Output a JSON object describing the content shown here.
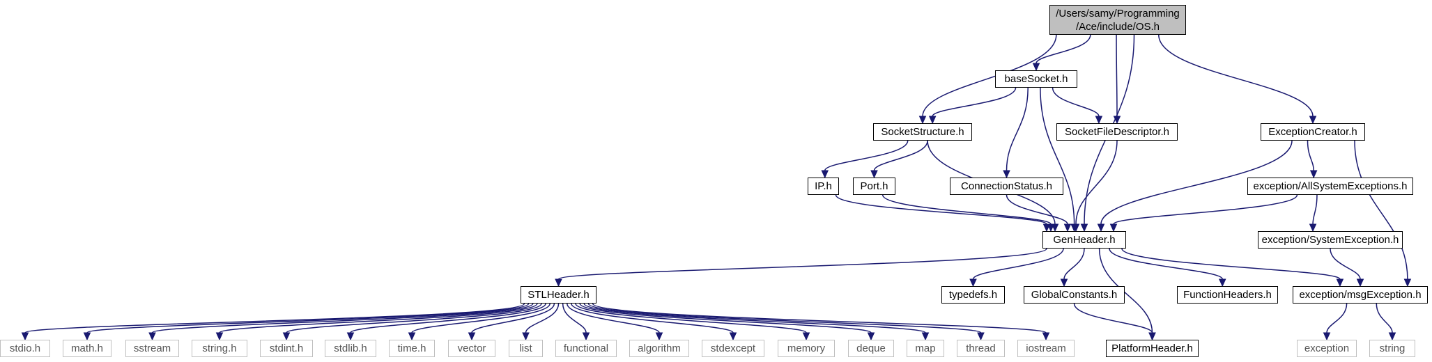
{
  "root": {
    "line1": "/Users/samy/Programming",
    "line2": "/Ace/include/OS.h"
  },
  "nodes": {
    "base_socket": "baseSocket.h",
    "socket_structure": "SocketStructure.h",
    "socket_file_descriptor": "SocketFileDescriptor.h",
    "exception_creator": "ExceptionCreator.h",
    "ip": "IP.h",
    "port": "Port.h",
    "connection_status": "ConnectionStatus.h",
    "all_system_exceptions": "exception/AllSystemExceptions.h",
    "gen_header": "GenHeader.h",
    "system_exception": "exception/SystemException.h",
    "stl_header": "STLHeader.h",
    "typedefs": "typedefs.h",
    "global_constants": "GlobalConstants.h",
    "function_headers": "FunctionHeaders.h",
    "msg_exception": "exception/msgException.h",
    "platform_header": "PlatformHeader.h"
  },
  "stl_libs": [
    "stdio.h",
    "math.h",
    "sstream",
    "string.h",
    "stdint.h",
    "stdlib.h",
    "time.h",
    "vector",
    "list",
    "functional",
    "algorithm",
    "stdexcept",
    "memory",
    "deque",
    "map",
    "thread",
    "iostream"
  ],
  "exception_libs": [
    "exception",
    "string"
  ],
  "colors": {
    "edge": "#191970",
    "root_fill": "#bfbfbf",
    "lib_border": "#bfbfbf",
    "lib_text": "#555555",
    "node_border": "#000000"
  }
}
